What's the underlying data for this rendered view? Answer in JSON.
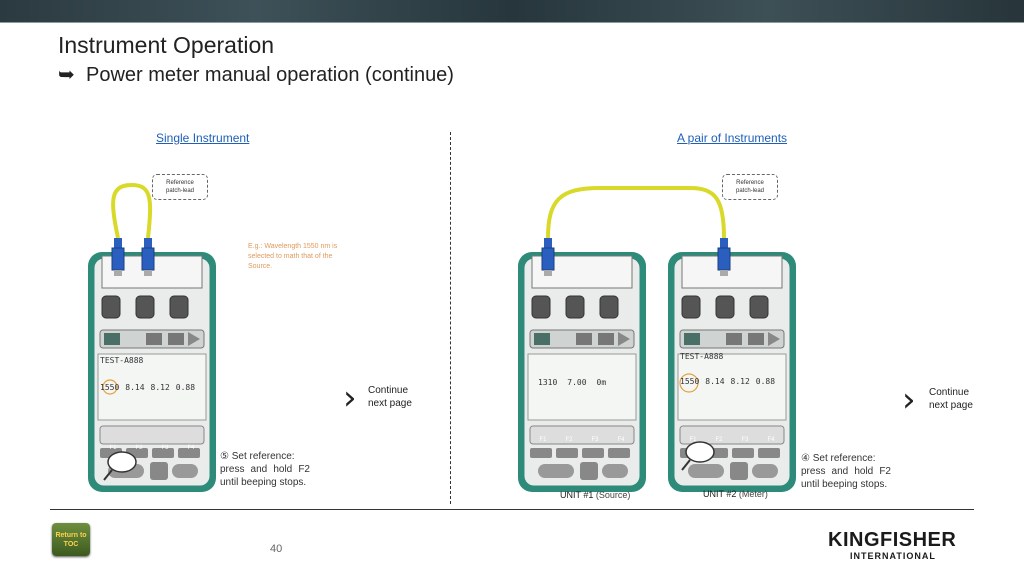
{
  "header": {
    "title": "Instrument Operation",
    "subtitle": "Power meter manual operation (continue)"
  },
  "sections": {
    "left": "Single Instrument",
    "right": "A pair of Instruments"
  },
  "callouts": {
    "left": [
      "Reference",
      "patch-lead"
    ],
    "right": [
      "Reference",
      "patch-lead"
    ]
  },
  "note": "E.g.: Wavelength 1550 nm is selected to math that of the Source.",
  "continue": {
    "left": [
      "Continue",
      "next page"
    ],
    "right": [
      "Continue",
      "next page"
    ]
  },
  "steps": {
    "left": {
      "head": "⑤ Set reference:",
      "body": "press and hold F2 until beeping stops."
    },
    "right": {
      "head": "④ Set reference:",
      "body": "press and hold F2 until beeping stops."
    }
  },
  "units": {
    "unit1": {
      "label": "UNIT #1",
      "sub": "(Source)"
    },
    "unit2": {
      "label": "UNIT #2",
      "sub": "(Meter)"
    }
  },
  "device": {
    "display_test": "TEST-A888",
    "display_readings": [
      "1550",
      "8.14",
      "8.12",
      "0.88"
    ],
    "source_readings": [
      "1310",
      "7.00",
      "0m"
    ],
    "fkeys": [
      "F1",
      "F2",
      "F3",
      "F4"
    ]
  },
  "footer": {
    "page": "40",
    "toc": "Return to TOC",
    "logo_main": "KINGFISHER",
    "logo_sub": "INTERNATIONAL"
  },
  "colors": {
    "device_green": "#2e8b7a",
    "cable_yellow": "#d9d92a",
    "connector_blue": "#2a5fc0",
    "link_blue": "#1f5fb8"
  }
}
